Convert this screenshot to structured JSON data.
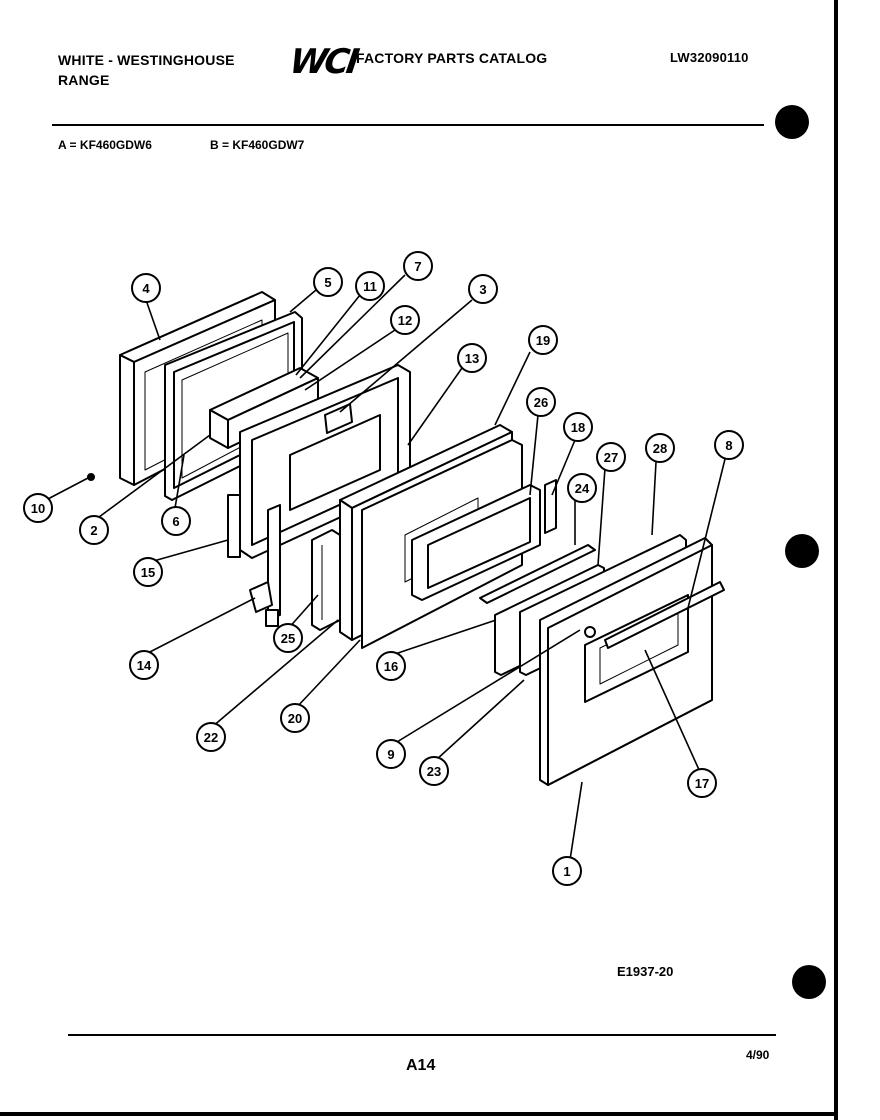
{
  "header": {
    "brand_line1": "WHITE - WESTINGHOUSE",
    "brand_line2": "RANGE",
    "logo_text": "WCI",
    "catalog_title": "FACTORY PARTS CATALOG",
    "catalog_number": "LW32090110"
  },
  "models": {
    "a": "A = KF460GDW6",
    "b": "B = KF460GDW7"
  },
  "callouts": [
    "1",
    "2",
    "3",
    "4",
    "5",
    "6",
    "7",
    "8",
    "9",
    "10",
    "11",
    "12",
    "13",
    "14",
    "15",
    "16",
    "17",
    "18",
    "19",
    "20",
    "22",
    "23",
    "24",
    "25",
    "26",
    "27",
    "28"
  ],
  "footer": {
    "figure_code": "E1937-20",
    "page_number": "A14",
    "date": "4/90"
  }
}
